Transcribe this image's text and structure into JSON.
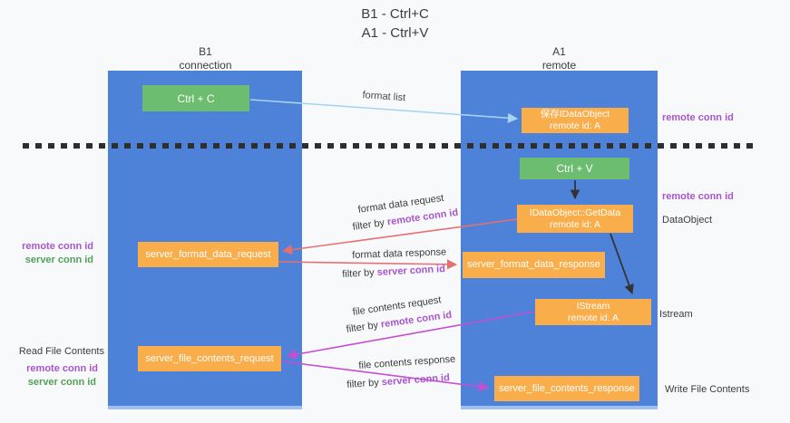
{
  "title": {
    "line1": "B1 - Ctrl+C",
    "line2": "A1 - Ctrl+V"
  },
  "columns": {
    "left": {
      "name": "B1",
      "role": "connection"
    },
    "right": {
      "name": "A1",
      "role": "remote"
    }
  },
  "nodes": {
    "ctrl_c": {
      "label": "Ctrl + C"
    },
    "ctrl_v": {
      "label": "Ctrl + V"
    },
    "save_idataobject": {
      "line1": "保存IDataObject",
      "line2": "remote id: A"
    },
    "getdata": {
      "line1": "IDataObject::GetData",
      "line2": "remote id: A"
    },
    "istream": {
      "line1": "IStream",
      "line2": "remote id: A"
    },
    "server_format_data_request": {
      "label": "server_format_data_request"
    },
    "server_format_data_response": {
      "label": "server_format_data_response"
    },
    "server_file_contents_request": {
      "label": "server_file_contents_request"
    },
    "server_file_contents_response": {
      "label": "server_file_contents_response"
    }
  },
  "arrow_labels": {
    "format_list": "format list",
    "format_data_request": "format data request",
    "format_data_response": "format data response",
    "file_contents_request": "file contents request",
    "file_contents_response": "file contents response",
    "filter_by": "filter by ",
    "remote_conn_id": "remote conn id",
    "server_conn_id": "server conn id"
  },
  "side_labels": {
    "left_remote_conn_id": "remote conn id",
    "left_server_conn_id": "server conn id",
    "read_file_contents": "Read File Contents",
    "left_remote_conn_id_2": "remote conn id",
    "left_server_conn_id_2": "server conn id",
    "right_remote_conn_id_top": "remote conn id",
    "right_remote_conn_id_mid": "remote conn id",
    "dataobject": "DataObject",
    "istream": "Istream",
    "write_file_contents": "Write File Contents"
  },
  "colors": {
    "column_blue": "#4d82d8",
    "node_green": "#6cbd6f",
    "node_orange": "#f9ae4b",
    "label_purple": "#a855cc",
    "label_green": "#52a05a",
    "arrow_red": "#e57070",
    "arrow_magenta": "#c44fd0",
    "arrow_light_blue": "#a8d4f2",
    "arrow_black": "#333333",
    "dashed_line": "#2e2e2e",
    "background": "#f8f9fb"
  }
}
